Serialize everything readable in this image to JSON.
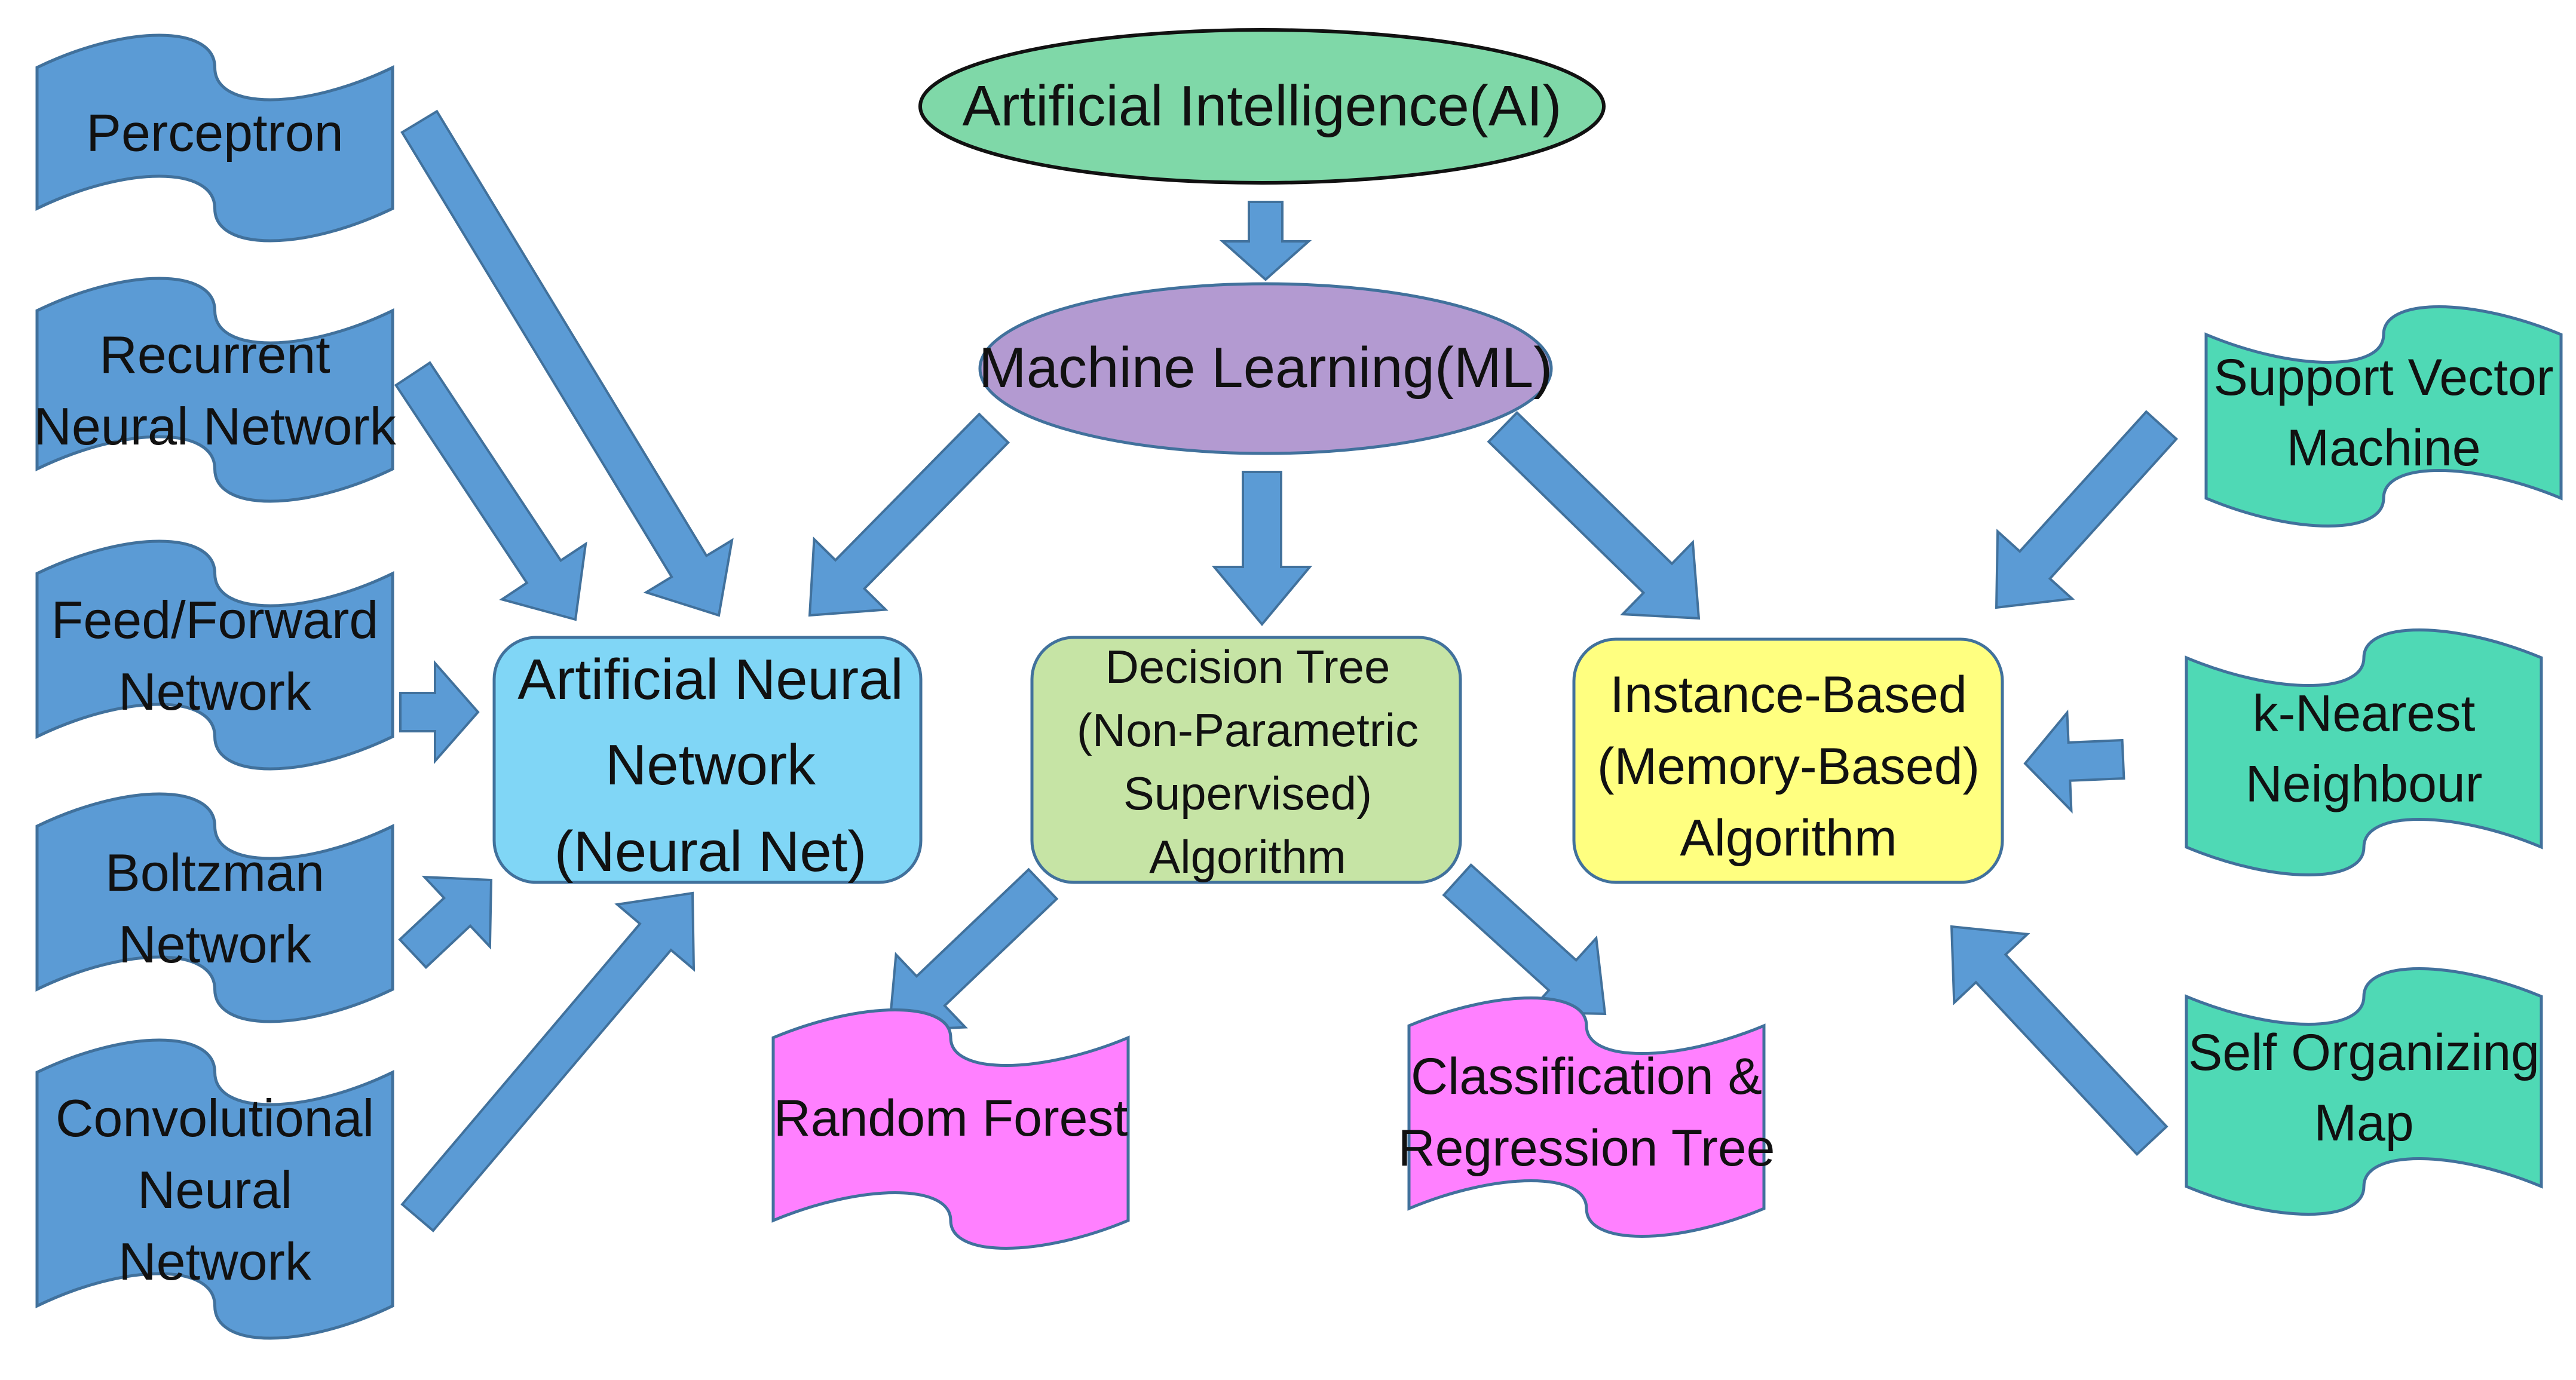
{
  "colors": {
    "arrow": "#5B9BD5",
    "arrow_stroke": "#41719C",
    "blue_doc": "#5B9BD5",
    "teal_doc": "#4FD9B5",
    "pink_doc": "#FF80FF",
    "ai_ellipse": "#7FD8A8",
    "ml_ellipse": "#B39AD1",
    "ann_box": "#80D6F6",
    "dt_box": "#C6E4A5",
    "ib_box": "#FFFF80"
  },
  "top": {
    "ai": "Artificial Intelligence(AI)",
    "ml": "Machine Learning(ML)"
  },
  "categories": {
    "ann": [
      "Artificial Neural",
      "Network",
      "(Neural Net)"
    ],
    "dt": [
      "Decision Tree",
      "(Non-Parametric",
      "Supervised)",
      "Algorithm"
    ],
    "ib": [
      "Instance-Based",
      "(Memory-Based)",
      "Algorithm"
    ]
  },
  "left_items": [
    [
      "Perceptron"
    ],
    [
      "Recurrent",
      "Neural Network"
    ],
    [
      "Feed/Forward",
      "Network"
    ],
    [
      "Boltzman",
      "Network"
    ],
    [
      "Convolutional",
      "Neural",
      "Network"
    ]
  ],
  "right_items": [
    [
      "Support Vector",
      "Machine"
    ],
    [
      "k-Nearest",
      "Neighbour"
    ],
    [
      "Self Organizing",
      "Map"
    ]
  ],
  "bottom_items": [
    [
      "Random Forest"
    ],
    [
      "Classification &",
      "Regression Tree"
    ]
  ]
}
